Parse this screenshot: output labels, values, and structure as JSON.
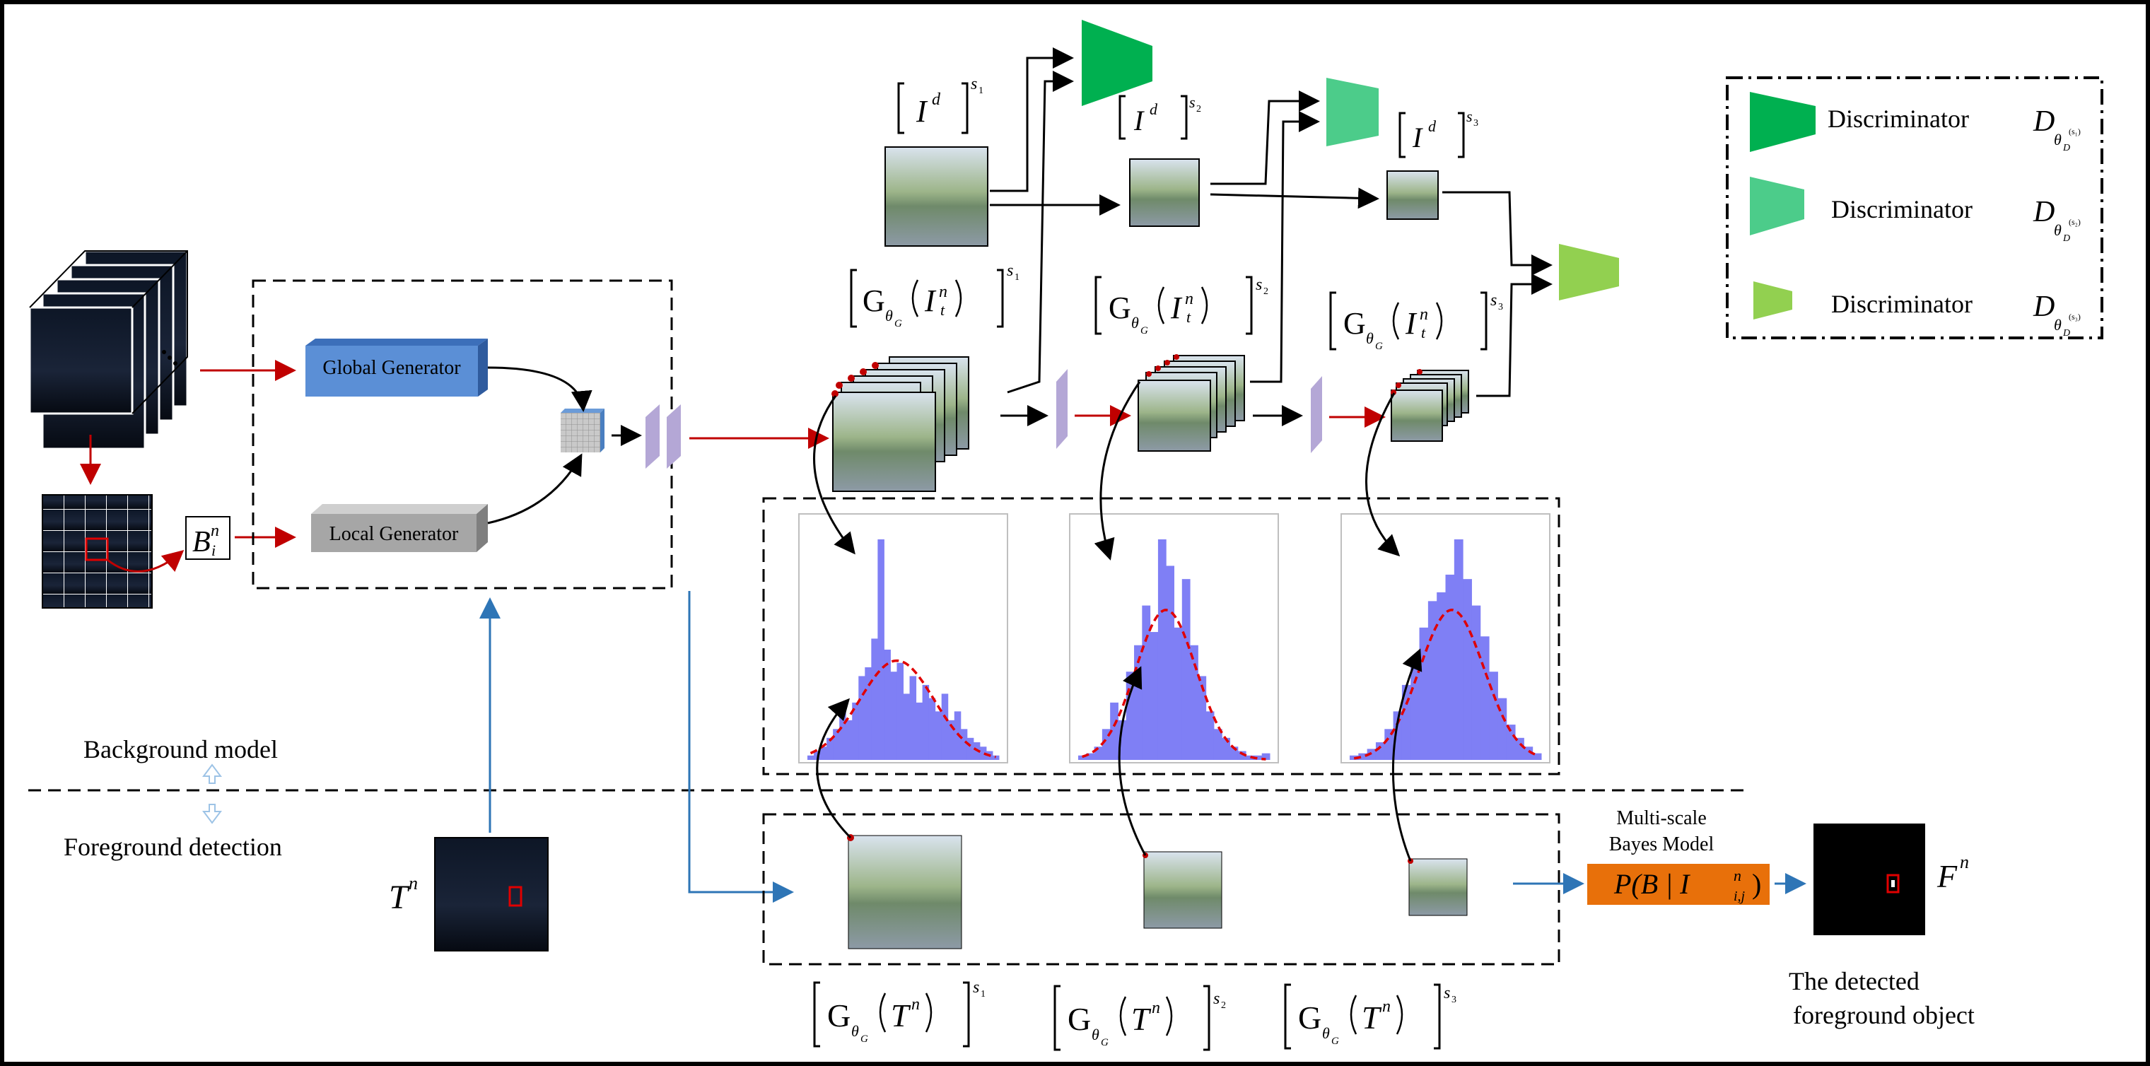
{
  "labels": {
    "global_generator": "Global Generator",
    "local_generator": "Local Generator",
    "background_model": "Background model",
    "foreground_detection": "Foreground detection",
    "bayes_title_line1": "Multi-scale",
    "bayes_title_line2": "Bayes Model",
    "bayes_formula": "P(B | I",
    "bayes_formula_sub": "i,j",
    "bayes_formula_sup": "n",
    "detected_line1": "The detected",
    "detected_line2": "foreground object",
    "block_symbol": "B",
    "block_sup": "n",
    "block_sub": "i",
    "test_symbol": "T",
    "test_sup": "n",
    "fg_symbol": "F",
    "fg_sup": "n",
    "Id": "I",
    "Id_sup": "d",
    "s1": "s",
    "s1_sub": "1",
    "s2_sub": "2",
    "s3_sub": "3",
    "G": "G",
    "theta": "θ",
    "theta_sub": "G",
    "It": "I",
    "It_sup": "n",
    "It_sub": "t",
    "Tn": "T",
    "Tn_sup": "n"
  },
  "legend": [
    {
      "label": "Discriminator",
      "symbol": "D",
      "sub": "θ",
      "subsub": "D",
      "scale": "s1",
      "color": "#00b050"
    },
    {
      "label": "Discriminator",
      "symbol": "D",
      "sub": "θ",
      "subsub": "D",
      "scale": "s2",
      "color": "#4ccc8a"
    },
    {
      "label": "Discriminator",
      "symbol": "D",
      "sub": "θ",
      "subsub": "D",
      "scale": "s3",
      "color": "#92d050"
    }
  ],
  "colors": {
    "arrow_red": "#c00000",
    "arrow_blue": "#2e75b6",
    "global_gen": "#5b8fd6",
    "local_gen": "#a6a6a6",
    "hist_bar": "#7f7ff5",
    "gauss": "#e00000",
    "bayes": "#e8700a",
    "conv": "#b4a7d6",
    "disc1": "#00b050",
    "disc2": "#4ccc8a",
    "disc3": "#92d050"
  },
  "histograms": [
    {
      "bins": [
        2,
        4,
        6,
        10,
        14,
        22,
        18,
        26,
        38,
        42,
        55,
        100,
        50,
        40,
        44,
        30,
        38,
        26,
        34,
        28,
        22,
        30,
        18,
        22,
        14,
        10,
        8,
        6,
        4,
        2
      ]
    },
    {
      "bins": [
        2,
        3,
        6,
        14,
        26,
        18,
        40,
        52,
        70,
        58,
        100,
        88,
        60,
        82,
        52,
        38,
        22,
        14,
        10,
        6,
        4,
        2,
        2,
        3
      ]
    },
    {
      "bins": [
        2,
        3,
        5,
        8,
        14,
        22,
        34,
        46,
        60,
        72,
        76,
        84,
        100,
        82,
        70,
        56,
        40,
        28,
        16,
        10,
        6,
        3
      ]
    }
  ]
}
